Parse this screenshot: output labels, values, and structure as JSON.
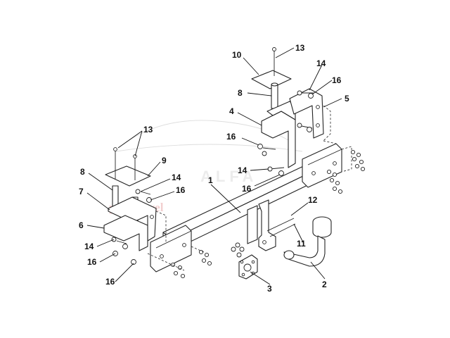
{
  "watermark": {
    "brand": "ALFA",
    "url": "pa... travel"
  },
  "callouts": [
    {
      "id": "c13a",
      "label": "13"
    },
    {
      "id": "c10",
      "label": "10"
    },
    {
      "id": "c14a",
      "label": "14"
    },
    {
      "id": "c16a",
      "label": "16"
    },
    {
      "id": "c8a",
      "label": "8"
    },
    {
      "id": "c5",
      "label": "5"
    },
    {
      "id": "c4",
      "label": "4"
    },
    {
      "id": "c16b",
      "label": "16"
    },
    {
      "id": "c14b",
      "label": "14"
    },
    {
      "id": "c16c",
      "label": "16"
    },
    {
      "id": "c13b",
      "label": "13"
    },
    {
      "id": "c9",
      "label": "9"
    },
    {
      "id": "c8b",
      "label": "8"
    },
    {
      "id": "c14c",
      "label": "14"
    },
    {
      "id": "c16d",
      "label": "16"
    },
    {
      "id": "c7",
      "label": "7"
    },
    {
      "id": "c1",
      "label": "1"
    },
    {
      "id": "c12",
      "label": "12"
    },
    {
      "id": "c6",
      "label": "6"
    },
    {
      "id": "c11",
      "label": "11"
    },
    {
      "id": "c14d",
      "label": "14"
    },
    {
      "id": "c16e",
      "label": "16"
    },
    {
      "id": "c16f",
      "label": "16"
    },
    {
      "id": "c3",
      "label": "3"
    },
    {
      "id": "c2",
      "label": "2"
    }
  ]
}
